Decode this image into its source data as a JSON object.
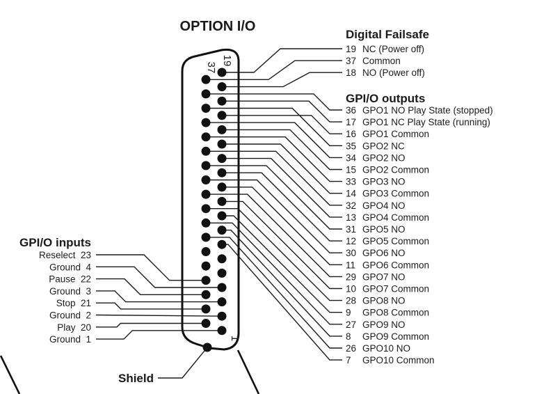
{
  "title": "OPTION I/O",
  "connector": {
    "pin_count": 37,
    "top_right_pin_label": "19",
    "top_left_pin_label": "37",
    "bottom_right_pin_label": "1",
    "right_column_pins": [
      19,
      18,
      17,
      16,
      15,
      14,
      13,
      12,
      11,
      10,
      9,
      8,
      7,
      6,
      5,
      4,
      3,
      2,
      1
    ],
    "left_column_pins": [
      37,
      36,
      35,
      34,
      33,
      32,
      31,
      30,
      29,
      28,
      27,
      26,
      25,
      24,
      23,
      22,
      21,
      20
    ],
    "shield_label": "Shield"
  },
  "digital_failsafe": {
    "heading": "Digital Failsafe",
    "items": [
      {
        "pin": "19",
        "label": "NC (Power off)"
      },
      {
        "pin": "37",
        "label": "Common"
      },
      {
        "pin": "18",
        "label": "NO (Power off)"
      }
    ]
  },
  "gpio_outputs": {
    "heading": "GPI/O outputs",
    "items": [
      {
        "pin": "36",
        "label": "GPO1 NO Play State (stopped)"
      },
      {
        "pin": "17",
        "label": "GPO1 NC Play State (running)"
      },
      {
        "pin": "16",
        "label": "GPO1 Common"
      },
      {
        "pin": "35",
        "label": "GPO2 NC"
      },
      {
        "pin": "34",
        "label": "GPO2 NO"
      },
      {
        "pin": "15",
        "label": "GPO2 Common"
      },
      {
        "pin": "33",
        "label": "GPO3 NO"
      },
      {
        "pin": "14",
        "label": "GPO3 Common"
      },
      {
        "pin": "32",
        "label": "GPO4 NO"
      },
      {
        "pin": "13",
        "label": "GPO4 Common"
      },
      {
        "pin": "31",
        "label": "GPO5 NO"
      },
      {
        "pin": "12",
        "label": "GPO5 Common"
      },
      {
        "pin": "30",
        "label": "GPO6 NO"
      },
      {
        "pin": "11",
        "label": "GPO6 Common"
      },
      {
        "pin": "29",
        "label": "GPO7 NO"
      },
      {
        "pin": "10",
        "label": "GPO7 Common"
      },
      {
        "pin": "28",
        "label": "GPO8 NO"
      },
      {
        "pin": "9",
        "label": "GPO8 Common"
      },
      {
        "pin": "27",
        "label": "GPO9 NO"
      },
      {
        "pin": "8",
        "label": "GPO9 Common"
      },
      {
        "pin": "26",
        "label": "GPO10 NO"
      },
      {
        "pin": "7",
        "label": "GPO10 Common"
      }
    ]
  },
  "gpio_inputs": {
    "heading": "GPI/O inputs",
    "items": [
      {
        "label": "Reselect",
        "pin": "23"
      },
      {
        "label": "Ground",
        "pin": "4"
      },
      {
        "label": "Pause",
        "pin": "22"
      },
      {
        "label": "Ground",
        "pin": "3"
      },
      {
        "label": "Stop",
        "pin": "21"
      },
      {
        "label": "Ground",
        "pin": "2"
      },
      {
        "label": "Play",
        "pin": "20"
      },
      {
        "label": "Ground",
        "pin": "1"
      }
    ]
  }
}
